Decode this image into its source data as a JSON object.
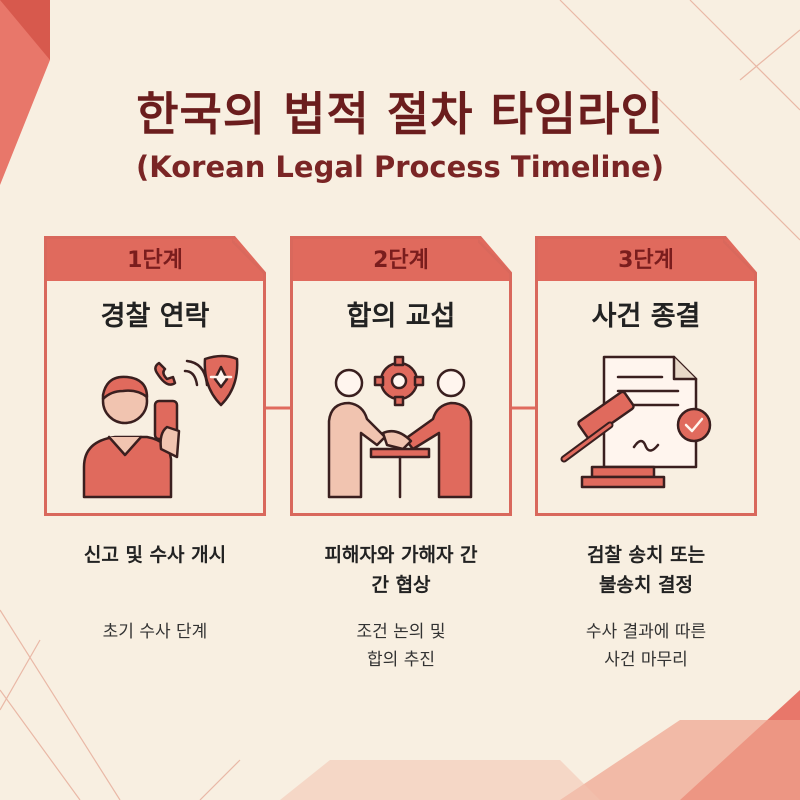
{
  "header": {
    "title": "한국의 법적 절차 타임라인",
    "subtitle": "(Korean Legal Process Timeline)"
  },
  "steps": [
    {
      "badge": "1단계",
      "title": "경찰 연락",
      "description": "신고 및 수사 개시",
      "detail_lines": [
        "초기 수사 단계"
      ],
      "icon": "police-call-icon"
    },
    {
      "badge": "2단계",
      "title": "합의 교섭",
      "description_lines": [
        "피해자와 가해자 간",
        "간 협상"
      ],
      "detail_lines": [
        "조건 논의 및",
        "합의 추진"
      ],
      "icon": "handshake-icon"
    },
    {
      "badge": "3단계",
      "title": "사건 종결",
      "description_lines": [
        "검찰 송치 또는",
        "불송치 결정"
      ],
      "detail_lines": [
        "수사 결과에 따른",
        "사건 마무리"
      ],
      "icon": "gavel-document-icon"
    }
  ],
  "colors": {
    "background": "#f8efe1",
    "accent": "#e06a5d",
    "border": "#d9685c",
    "title": "#6b1d1d"
  }
}
